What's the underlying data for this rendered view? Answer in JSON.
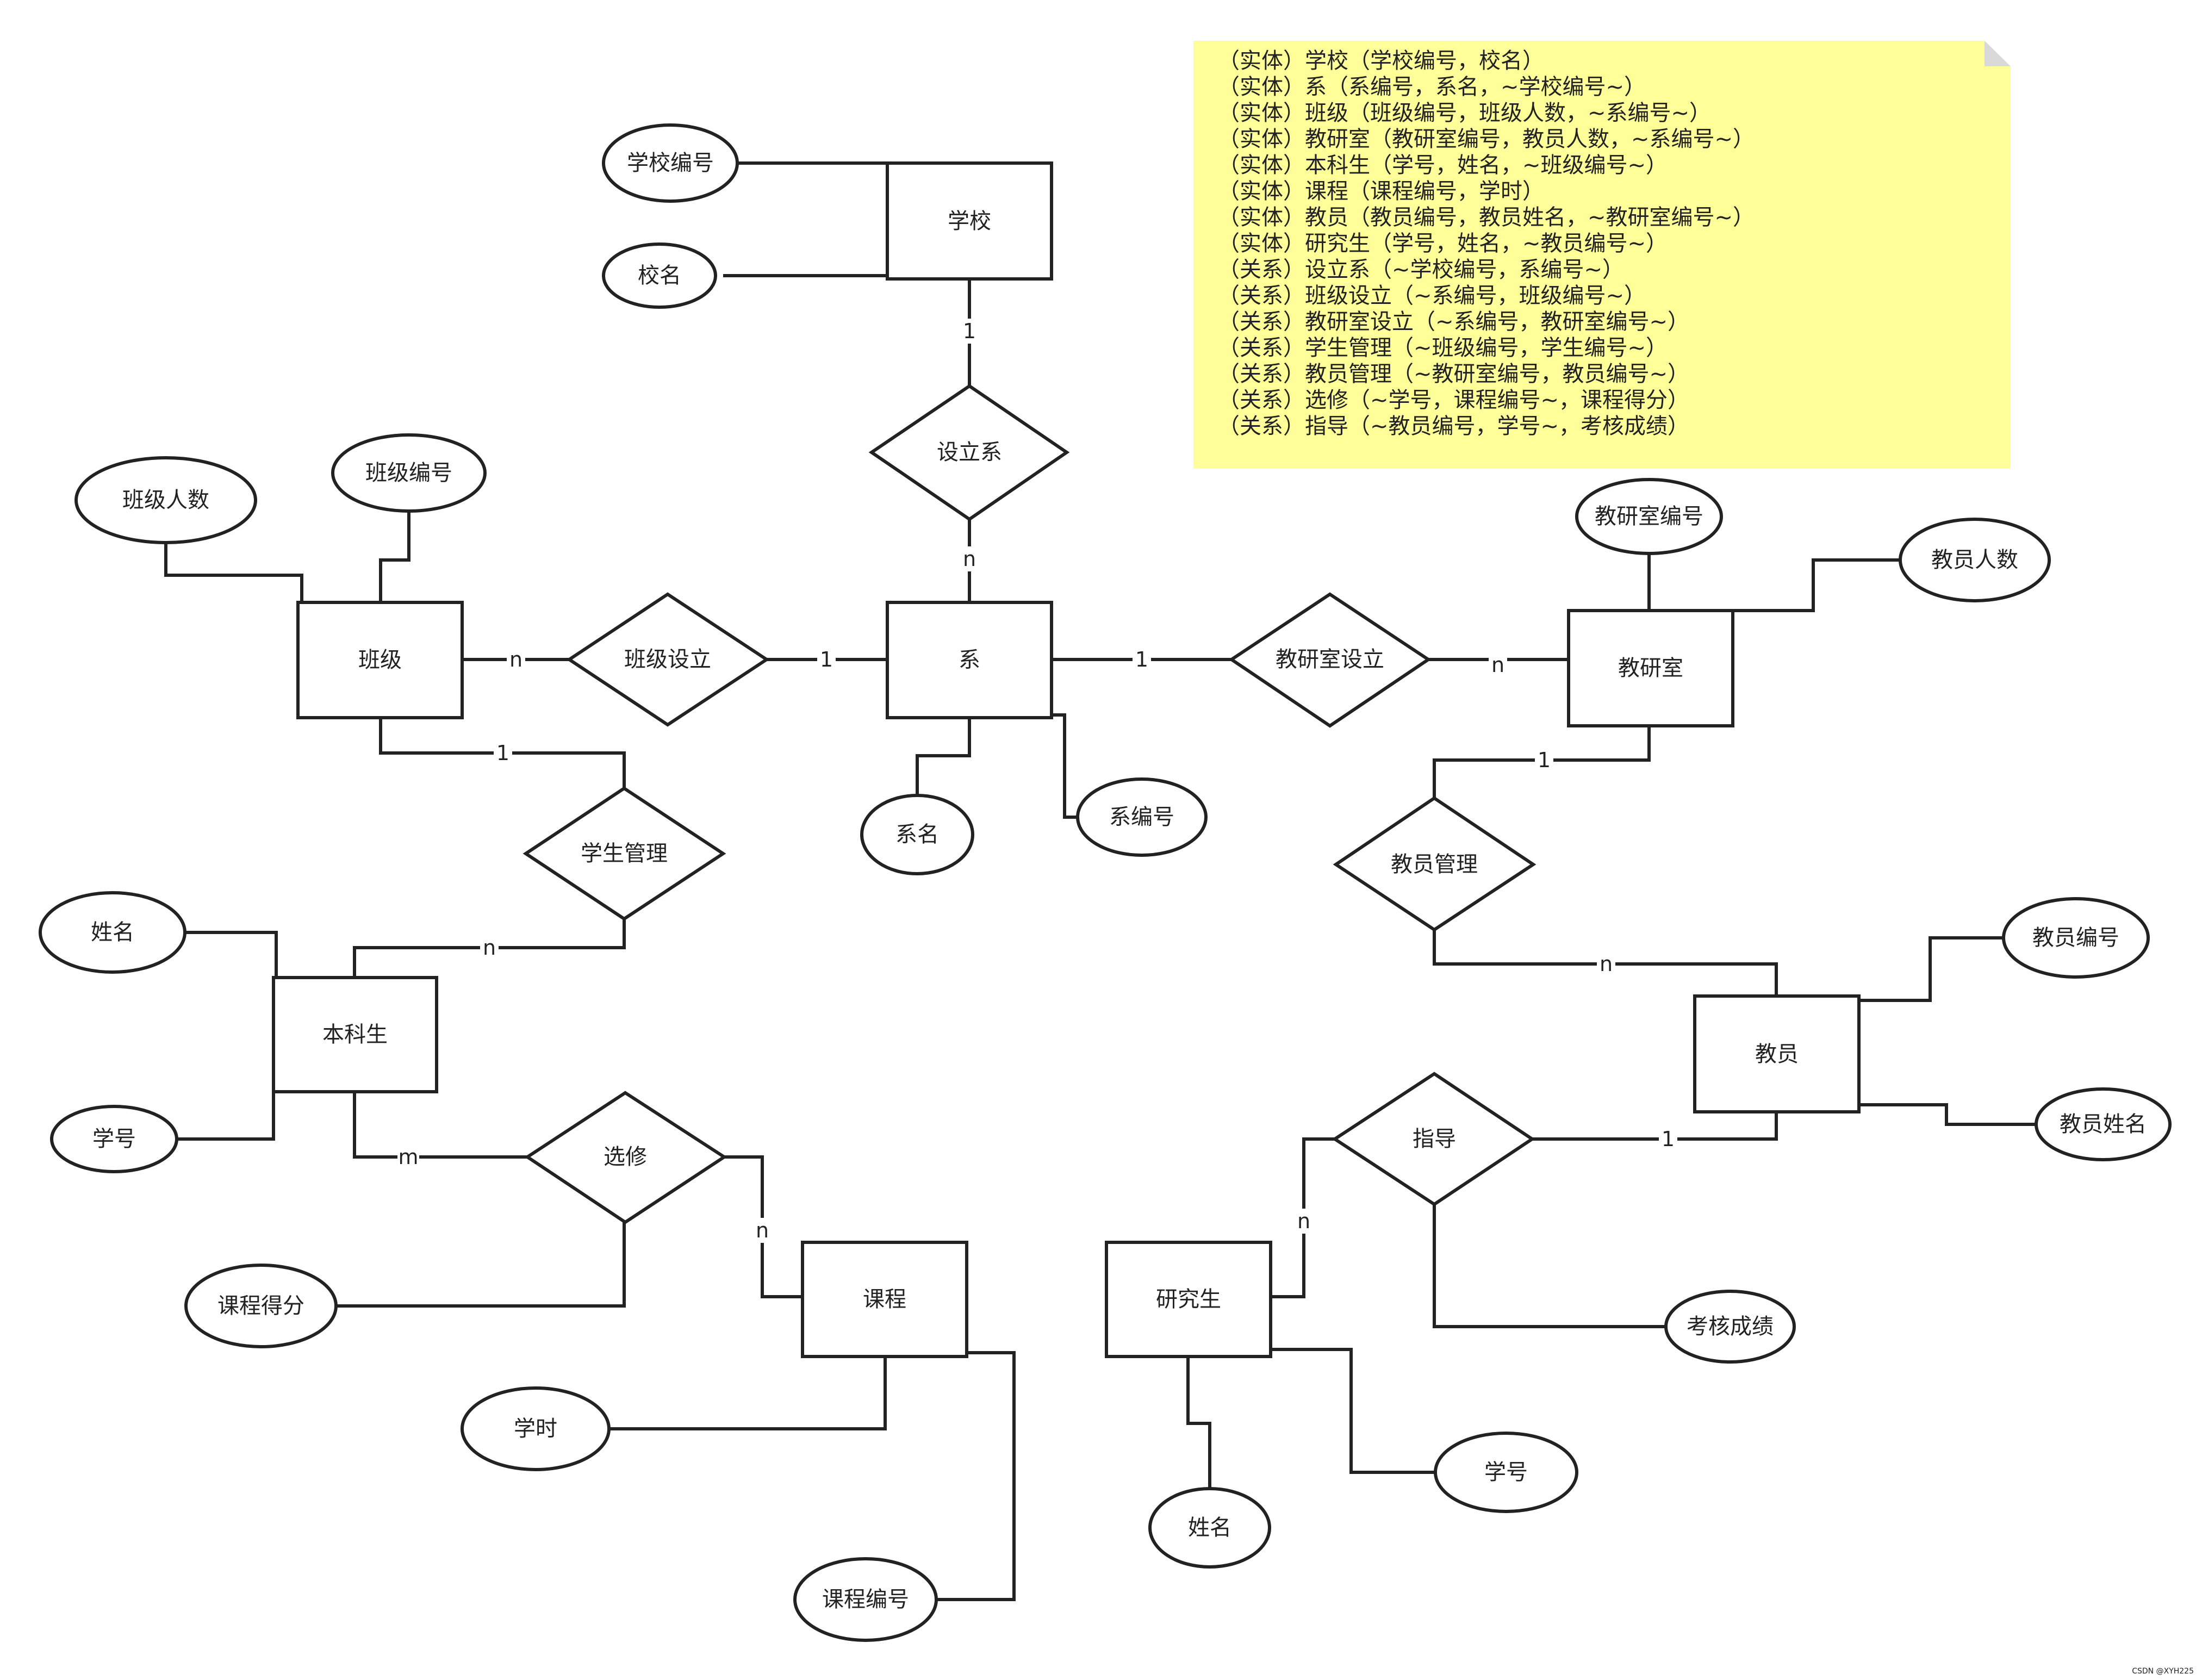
{
  "colors": {
    "note_background": "#ffff99",
    "stroke": "#222222"
  },
  "entities": {
    "school": "学校",
    "department": "系",
    "class": "班级",
    "office": "教研室",
    "undergrad": "本科生",
    "teacher": "教员",
    "course": "课程",
    "grad": "研究生"
  },
  "relationships": {
    "setup_dept": "设立系",
    "setup_class": "班级设立",
    "setup_office": "教研室设立",
    "student_mgmt": "学生管理",
    "teacher_mgmt": "教员管理",
    "elective": "选修",
    "guidance": "指导"
  },
  "attributes": {
    "school_id": "学校编号",
    "school_name": "校名",
    "class_count": "班级人数",
    "class_id": "班级编号",
    "dept_name": "系名",
    "dept_id": "系编号",
    "office_id": "教研室编号",
    "office_staff_count": "教员人数",
    "ug_name": "姓名",
    "ug_sid": "学号",
    "course_grade": "课程得分",
    "course_hours": "学时",
    "course_id": "课程编号",
    "teacher_id": "教员编号",
    "teacher_name": "教员姓名",
    "assess_grade": "考核成绩",
    "grad_name": "姓名",
    "grad_sid": "学号"
  },
  "cardinalities": {
    "school_setup": "1",
    "setup_dept": "n",
    "class_setupclass": "n",
    "setupclass_dept": "1",
    "dept_setupoffice": "1",
    "setupoffice_office": "n",
    "class_studentmgmt": "1",
    "studentmgmt_ug": "n",
    "office_teachermgmt": "1",
    "teachermgmt_teacher": "n",
    "ug_elective": "m",
    "elective_course": "n",
    "grad_guidance": "n",
    "guidance_teacher": "1"
  },
  "note": {
    "lines": [
      "（实体）学校（学校编号，校名）",
      "（实体）系（系编号，系名，~学校编号~）",
      "（实体）班级（班级编号，班级人数，~系编号~）",
      "（实体）教研室（教研室编号，教员人数，~系编号~）",
      "（实体）本科生（学号，姓名，~班级编号~）",
      "（实体）课程（课程编号，学时）",
      "（实体）教员（教员编号，教员姓名，~教研室编号~）",
      "（实体）研究生（学号，姓名，~教员编号~）",
      "（关系）设立系（~学校编号，系编号~）",
      "（关系）班级设立（~系编号，班级编号~）",
      "（关系）教研室设立（~系编号，教研室编号~）",
      "（关系）学生管理（~班级编号，学生编号~）",
      "（关系）教员管理（~教研室编号，教员编号~）",
      "（关系）选修（~学号，课程编号~，课程得分）",
      "（关系）指导（~教员编号，学号~，考核成绩）"
    ]
  },
  "watermark": "CSDN @XYH225"
}
